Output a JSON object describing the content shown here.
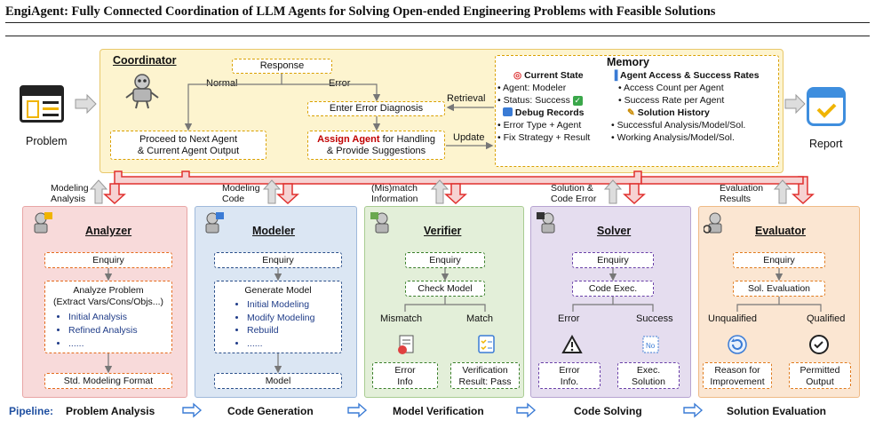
{
  "title": "EngiAgent: Fully Connected Coordination of LLM Agents for Solving Open-ended Engineering Problems with Feasible Solutions",
  "input_label": "Problem",
  "output_label": "Report",
  "coordinator": {
    "title": "Coordinator",
    "response": "Response",
    "normal": "Normal",
    "error": "Error",
    "enter_error": "Enter Error Diagnosis",
    "proceed_line1": "Proceed to Next Agent",
    "proceed_line2": "& Current Agent Output",
    "assign_red": "Assign Agent",
    "assign_rest": " for Handling",
    "assign_line2": "& Provide Suggestions",
    "retrieval": "Retrieval",
    "update": "Update"
  },
  "memory": {
    "title": "Memory",
    "current_state": {
      "title": "Current State",
      "items": [
        "Agent: Modeler",
        "Status: Success"
      ]
    },
    "access": {
      "title": "Agent Access & Success Rates",
      "items": [
        "Access Count per Agent",
        "Success Rate per Agent"
      ]
    },
    "debug": {
      "title": "Debug Records",
      "items": [
        "Error Type + Agent",
        "Fix Strategy + Result"
      ]
    },
    "history": {
      "title": "Solution History",
      "items": [
        "Successful Analysis/Model/Sol.",
        "Working Analysis/Model/Sol."
      ]
    }
  },
  "feedback": {
    "analyzer": [
      "Modeling",
      "Analysis"
    ],
    "modeler": [
      "Modeling",
      "Code"
    ],
    "verifier": [
      "(Mis)match",
      "Information"
    ],
    "solver": [
      "Solution &",
      "Code Error"
    ],
    "evaluator": [
      "Evaluation",
      "Results"
    ]
  },
  "agents": {
    "analyzer": {
      "name": "Analyzer",
      "enquiry": "Enquiry",
      "task_line1": "Analyze Problem",
      "task_line2": "(Extract Vars/Cons/Objs...)",
      "items": [
        "Initial Analysis",
        "Refined Analysis",
        "......"
      ],
      "output": "Std. Modeling Format"
    },
    "modeler": {
      "name": "Modeler",
      "enquiry": "Enquiry",
      "task": "Generate Model",
      "items": [
        "Initial Modeling",
        "Modify Modeling",
        "Rebuild",
        "......"
      ],
      "output": "Model"
    },
    "verifier": {
      "name": "Verifier",
      "enquiry": "Enquiry",
      "task": "Check Model",
      "left": "Mismatch",
      "right": "Match",
      "left_out": [
        "Error",
        "Info"
      ],
      "right_out": [
        "Verification",
        "Result: Pass"
      ]
    },
    "solver": {
      "name": "Solver",
      "enquiry": "Enquiry",
      "task": "Code Exec.",
      "left": "Error",
      "right": "Success",
      "left_out": [
        "Error",
        "Info."
      ],
      "right_out": [
        "Exec.",
        "Solution"
      ]
    },
    "evaluator": {
      "name": "Evaluator",
      "enquiry": "Enquiry",
      "task": "Sol. Evaluation",
      "left": "Unqualified",
      "right": "Qualified",
      "left_out": [
        "Reason for",
        "Improvement"
      ],
      "right_out": [
        "Permitted",
        "Output"
      ]
    }
  },
  "pipeline": {
    "label": "Pipeline:",
    "stages": [
      "Problem Analysis",
      "Code Generation",
      "Model Verification",
      "Code Solving",
      "Solution Evaluation"
    ]
  },
  "colors": {
    "coordinator_bg": "#fdf4cf",
    "analyzer_bg": "#f8dada",
    "modeler_bg": "#dbe6f3",
    "verifier_bg": "#e3efd9",
    "solver_bg": "#e5ddef",
    "evaluator_bg": "#fbe6d2",
    "arrow_red": "#e0302e"
  }
}
